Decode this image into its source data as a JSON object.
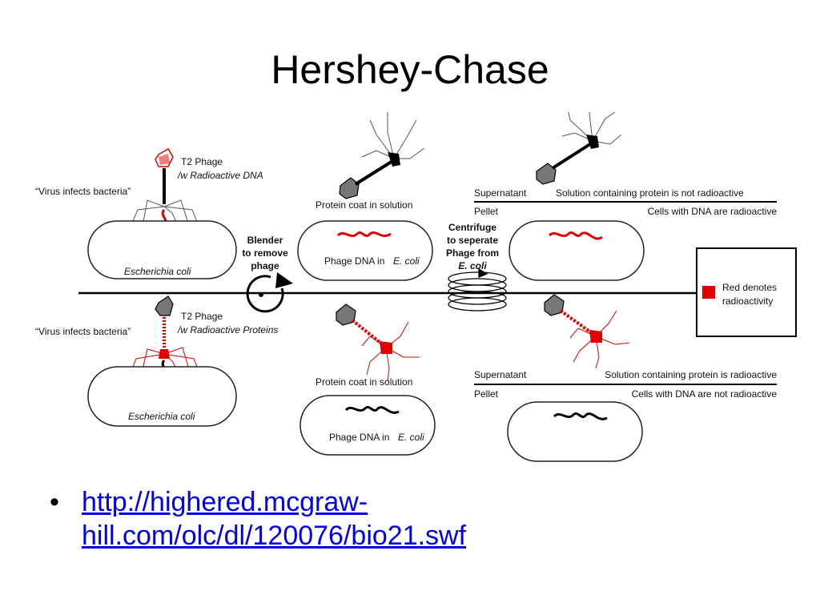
{
  "slide": {
    "title": "Hershey-Chase",
    "bullet_link": "http://highered.mcgraw-hill.com/olc/dl/120076/bio21.swf"
  },
  "diagram": {
    "accent_color": "#e00000",
    "top_row": {
      "virus_infects": "“Virus infects bacteria”",
      "phage_label": "T2 Phage",
      "phage_sub": "/w Radioactive DNA",
      "ecoli": "Escherichia coli",
      "protein_coat": "Protein coat in solution",
      "phage_dna_prefix": "Phage DNA in ",
      "phage_dna_species": "E. coli",
      "supernatant": "Supernatant",
      "supernatant_desc": "Solution containing protein is not radioactive",
      "pellet": "Pellet",
      "pellet_desc": "Cells with DNA are radioactive"
    },
    "bottom_row": {
      "virus_infects": "“Virus infects bacteria”",
      "phage_label": "T2 Phage",
      "phage_sub": "/w Radioactive Proteins",
      "ecoli": "Escherichia coli",
      "protein_coat": "Protein coat in solution",
      "phage_dna_prefix": "Phage DNA in ",
      "phage_dna_species": "E. coli",
      "supernatant": "Supernatant",
      "supernatant_desc": "Solution containing protein is radioactive",
      "pellet": "Pellet",
      "pellet_desc": "Cells with DNA are not radioactive"
    },
    "blender": [
      "Blender",
      "to remove",
      "phage"
    ],
    "centrifuge": [
      "Centrifuge",
      "to seperate",
      "Phage from"
    ],
    "centrifuge_species": "E. coli",
    "legend": [
      "Red denotes",
      "radioactivity"
    ]
  }
}
